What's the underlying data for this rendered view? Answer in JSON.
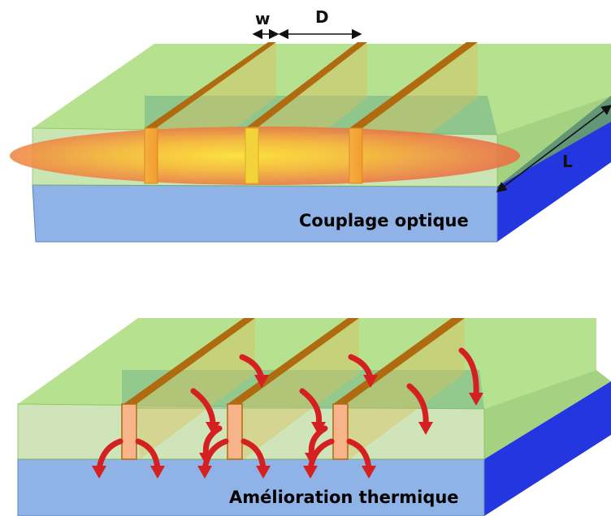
{
  "labels": {
    "w": "w",
    "D": "D",
    "L": "L"
  },
  "captions": {
    "top": "Couplage optique",
    "bottom": "Amélioration thermique"
  },
  "colors": {
    "substrate_front": "#8fb3e6",
    "substrate_side": "#2436e0",
    "cladding": "#8fd25a",
    "ridge": "#b06a10",
    "ridge_face": "#f2a84a",
    "optical_mode": "#f07840",
    "heat_arrow": "#d42020"
  }
}
